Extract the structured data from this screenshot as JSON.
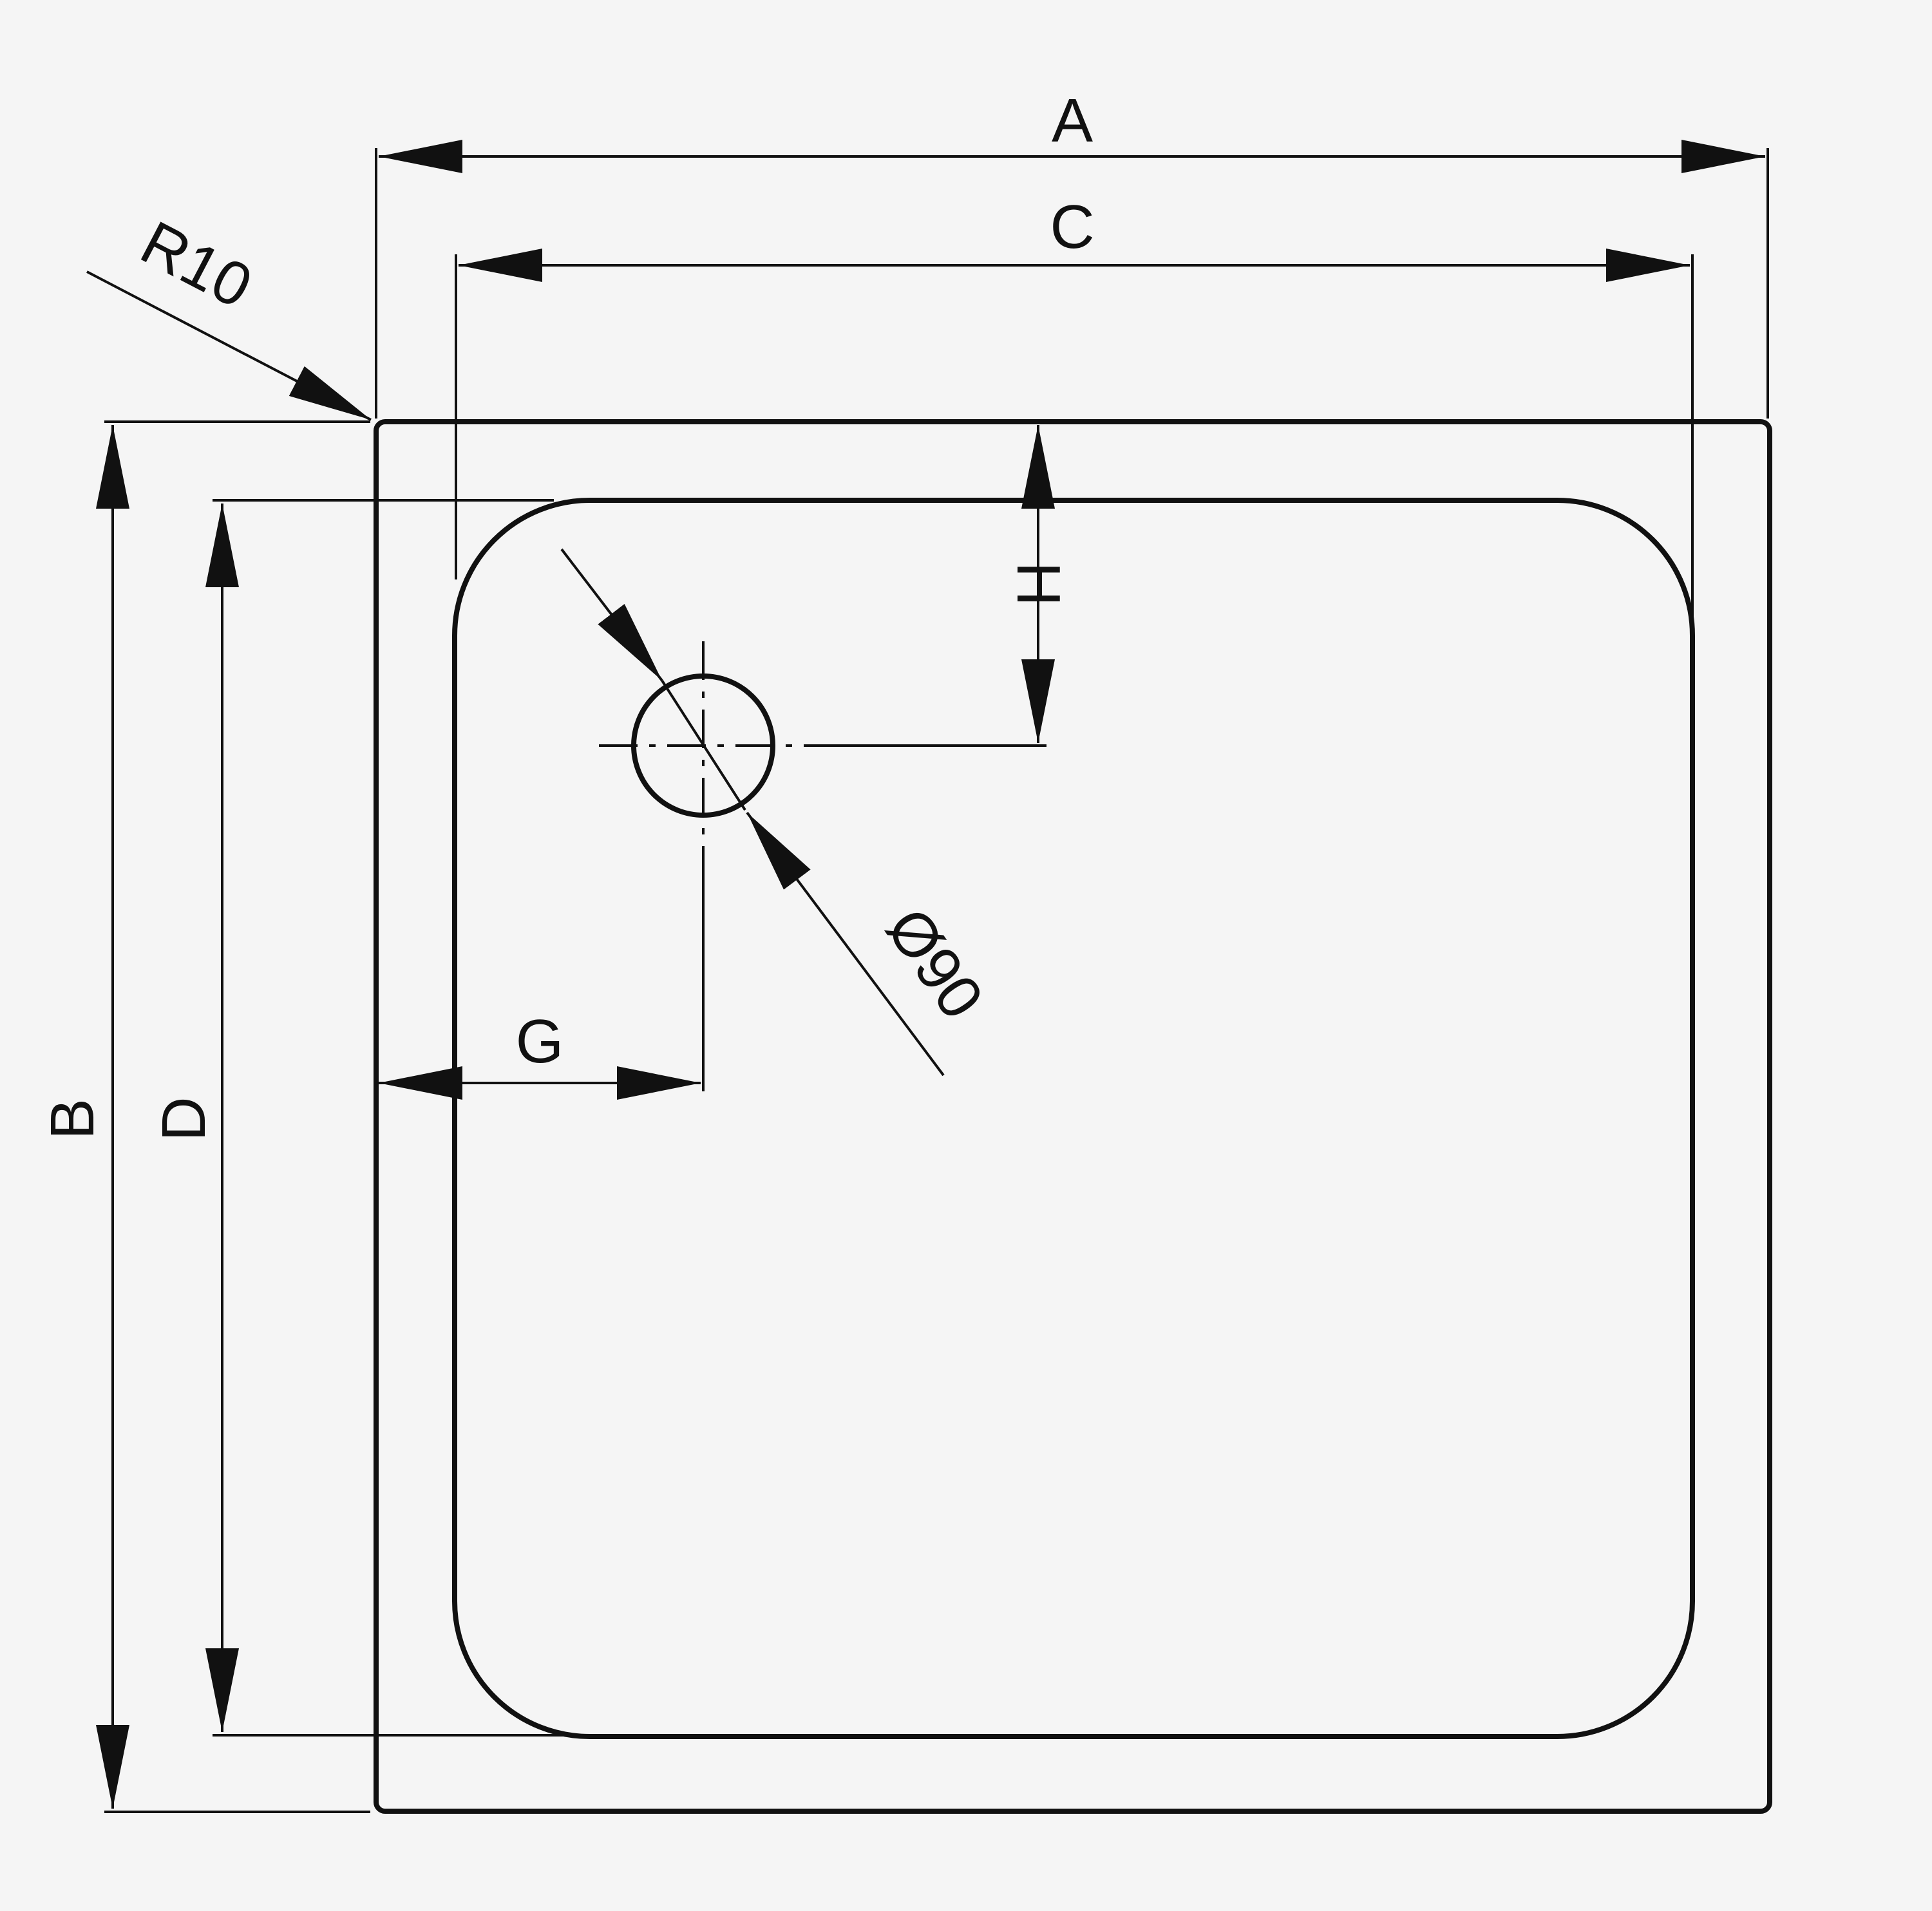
{
  "labels": {
    "A": "A",
    "B": "B",
    "C": "C",
    "D": "D",
    "G": "G",
    "H": "H",
    "radius": "R10",
    "diameter": "Ø90"
  },
  "colors": {
    "background": "#f5f5f5",
    "stroke": "#111111"
  }
}
